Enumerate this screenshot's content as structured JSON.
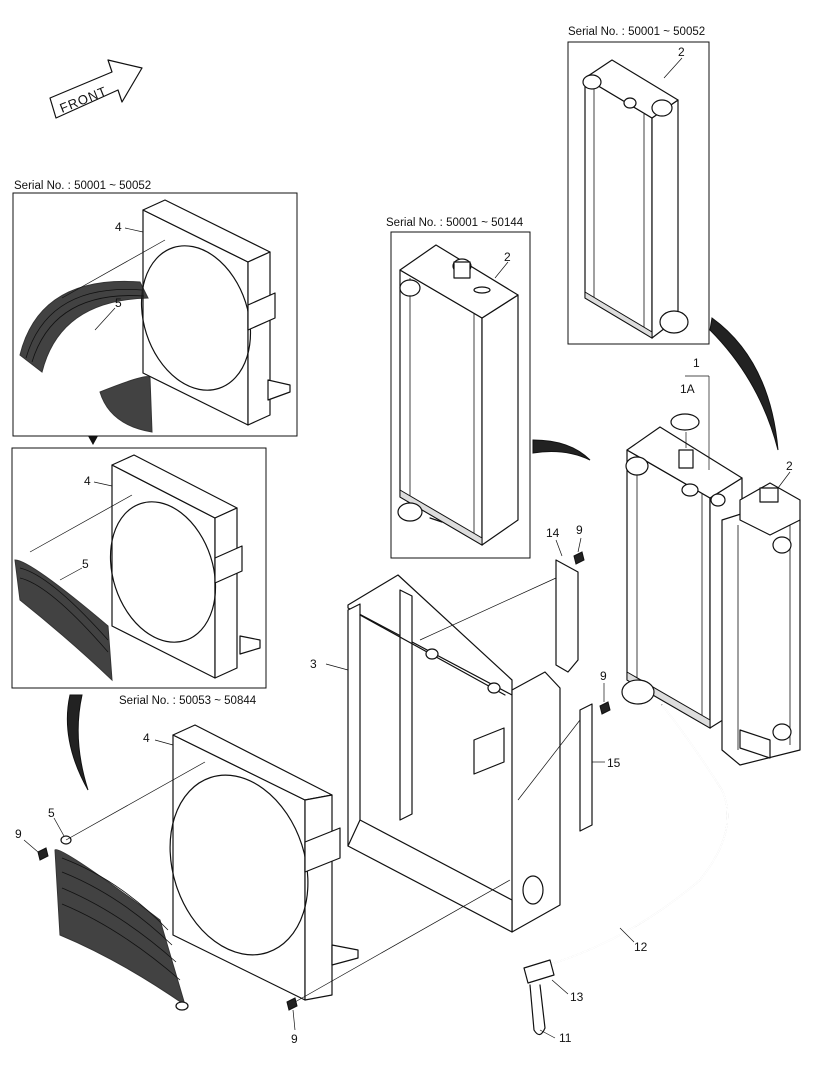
{
  "front_label": "FRONT",
  "serial_ranges": {
    "top_right": "Serial No. : 50001 ~ 50052",
    "left_upper": "Serial No. : 50001 ~ 50052",
    "center": "Serial No. : 50001 ~ 50144",
    "left_lower": "Serial No. : 50053 ~ 50844"
  },
  "callouts": {
    "c1": "1",
    "c1a": "1A",
    "c2_top": "2",
    "c2_center": "2",
    "c2_right": "2",
    "c3": "3",
    "c4_a": "4",
    "c4_b": "4",
    "c4_c": "4",
    "c5_a": "5",
    "c5_b": "5",
    "c5_c": "5",
    "c9_a": "9",
    "c9_b": "9",
    "c9_c": "9",
    "c9_d": "9",
    "c11": "11",
    "c12": "12",
    "c13": "13",
    "c14": "14",
    "c15": "15"
  }
}
